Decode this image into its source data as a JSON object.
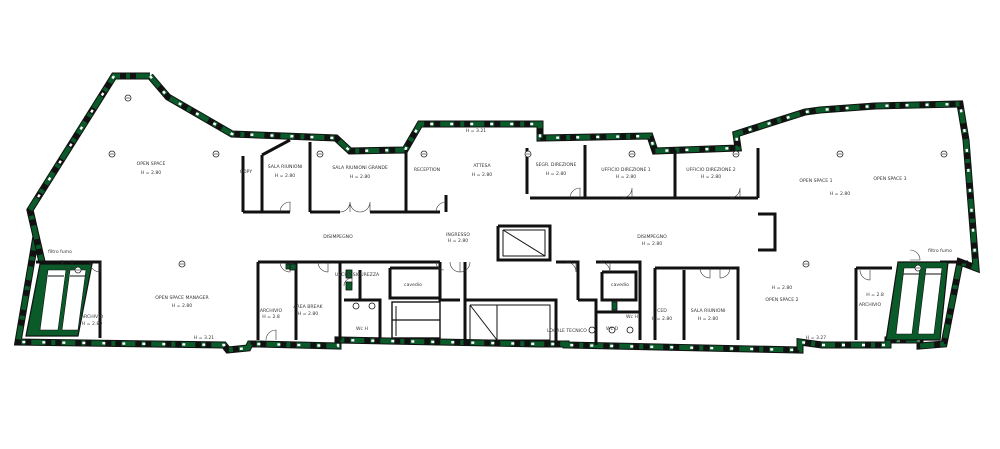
{
  "rooms": {
    "open_space_top_left": {
      "name": "OPEN SPACE",
      "height": "H = 2.80"
    },
    "copy": {
      "name": "COPY"
    },
    "sala_riunioni": {
      "name": "SALA RIUNIONI",
      "height": "H = 2.80"
    },
    "sala_riunioni_grande": {
      "name": "SALA RIUNIONI GRANDE",
      "height": "H = 2.80"
    },
    "reception": {
      "name": "RECEPTION"
    },
    "attesa": {
      "name": "ATTESA",
      "height": "H = 2.80"
    },
    "segr_direzione": {
      "name": "SEGR. DIREZIONE",
      "height": "H = 2.80"
    },
    "ufficio_direzione_1": {
      "name": "UFFICIO DIREZIONE 1",
      "height": "H = 2.80"
    },
    "ufficio_direzione_2": {
      "name": "UFFICIO DIREZIONE 2",
      "height": "H = 2.80"
    },
    "open_space_1": {
      "name": "OPEN SPACE 1",
      "height": "H = 2.80"
    },
    "open_space_3": {
      "name": "OPEN SPACE 3"
    },
    "disimpegno_left": {
      "name": "DISIMPEGNO"
    },
    "ingresso": {
      "name": "INGRESSO",
      "height": "H = 2.80"
    },
    "disimpegno_right": {
      "name": "DISIMPEGNO",
      "height": "H = 2.80"
    },
    "open_space_manager": {
      "name": "OPEN SPACE MANAGER",
      "height": "H = 2.80"
    },
    "archivio_left": {
      "name": "ARCHIVIO",
      "height": "H = 2.80"
    },
    "archivio_mid": {
      "name": "ARCHIVIO",
      "height": "H = 2.8"
    },
    "area_break": {
      "name": "AREA BREAK",
      "height": "H = 2.80"
    },
    "cavedio_left": {
      "name": "cavedio"
    },
    "cavedio_right": {
      "name": "cavedio"
    },
    "ced": {
      "name": "CED",
      "height": "H = 2.80"
    },
    "sala_riunioni_small": {
      "name": "SALA RIUNIONI",
      "height": "H = 2.80"
    },
    "open_space_2": {
      "name": "OPEN SPACE 2",
      "height": "H = 2.80"
    },
    "archivio_right": {
      "name": "ARCHIVIO",
      "height": "H = 2.8"
    },
    "locale_tecnico": {
      "name": "LOCALE TECNICO"
    },
    "uscita_sicurezza": {
      "name": "USCITA SICUREZZA"
    }
  },
  "small_labels": {
    "filtro_fumo_left": "filtro fumo",
    "filtro_fumo_right": "filtro fumo",
    "wc_left": "Wc H",
    "wc_right": "Wc H",
    "wc_d": "Wc D",
    "h_ext_left": "H = 3.21",
    "h_ext_top": "H = 3.21",
    "h_ext_right": "H = 3.27"
  },
  "colors": {
    "wall": "#111111",
    "exterior_green": "#0b5a2a",
    "background": "#ffffff"
  }
}
